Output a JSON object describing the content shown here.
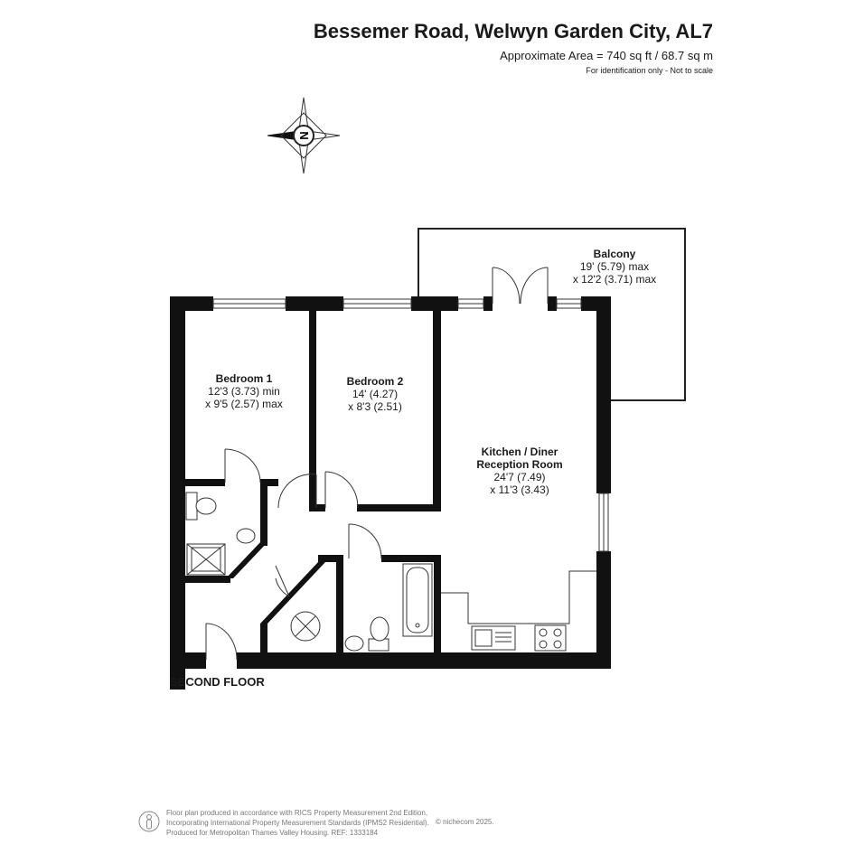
{
  "header": {
    "title": "Bessemer Road, Welwyn Garden City, AL7",
    "area": "Approximate Area = 740 sq ft / 68.7 sq m",
    "note": "For identification only - Not to scale"
  },
  "compass": {
    "label": "N",
    "icon": "compass-icon"
  },
  "rooms": {
    "balcony": {
      "name": "Balcony",
      "dim1": "19' (5.79) max",
      "dim2": "x 12'2 (3.71) max"
    },
    "bedroom1": {
      "name": "Bedroom 1",
      "dim1": "12'3 (3.73) min",
      "dim2": "x 9'5 (2.57) max"
    },
    "bedroom2": {
      "name": "Bedroom 2",
      "dim1": "14' (4.27)",
      "dim2": "x 8'3 (2.51)"
    },
    "kitchen": {
      "name": "Kitchen / Diner",
      "name2": "Reception Room",
      "dim1": "24'7 (7.49)",
      "dim2": "x 11'3 (3.43)"
    }
  },
  "floor_label": "SECOND FLOOR",
  "footer": {
    "line1": "Floor plan produced in accordance with RICS Property Measurement 2nd Edition,",
    "line2": "Incorporating International Property Measurement Standards (IPMS2 Residential).",
    "line3": "Produced for Metropolitan Thames Valley Housing.   REF:  1333184",
    "brand": "© nichecom 2025."
  },
  "colors": {
    "wall": "#111111",
    "line": "#222222",
    "background": "#ffffff"
  }
}
